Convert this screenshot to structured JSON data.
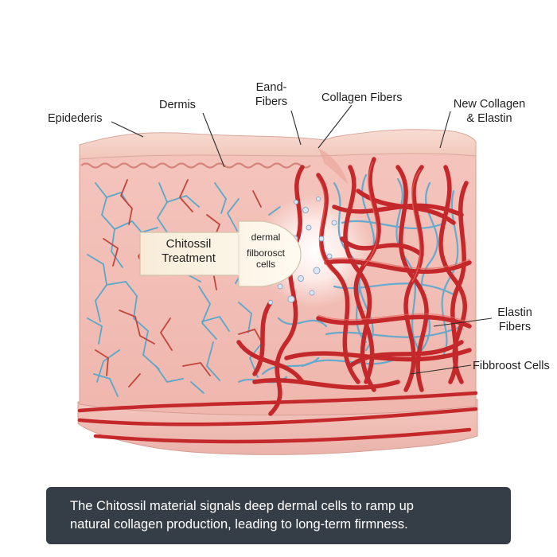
{
  "labels": {
    "epidermis": "Epidederis",
    "dermis": "Dermis",
    "band_fibers_line1": "Eand-",
    "band_fibers_line2": "Fibers",
    "collagen_fibers": "Collagen Fibers",
    "new_collagen_line1": "New Collagen",
    "new_collagen_line2": "& Elastin",
    "elastin_line1": "Elastin",
    "elastin_line2": "Fibers",
    "fibroblast_cells": "Fibbroost Cells"
  },
  "treatment": {
    "line1": "Chitossil",
    "line2": "Treatment"
  },
  "arrow_tip": {
    "line1": "dermal",
    "line2": "filborosct",
    "line3": "cells"
  },
  "caption": {
    "line1": "The Chitossil material signals deep dermal cells to ramp up",
    "line2": "natural collagen production, leading to long-term firmness."
  },
  "colors": {
    "skin": "#f4c9c2",
    "epidermis": "#f6d2c6",
    "collagen_red": "#c92a2a",
    "elastin_blue": "#5aa7cc",
    "caption_bg": "#353d46"
  }
}
